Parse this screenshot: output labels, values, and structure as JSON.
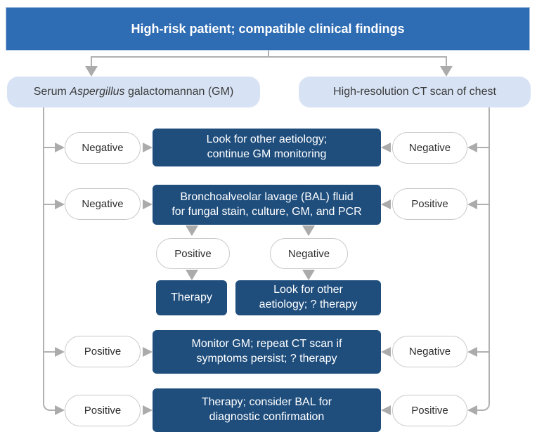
{
  "colors": {
    "banner_blue": "#2e6cb3",
    "box_navy": "#1f4e7d",
    "pill_blue": "#d7e3f4",
    "connector_gray": "#b0b0b0"
  },
  "banner": {
    "label": "High-risk patient; compatible clinical findings"
  },
  "pills": {
    "serum_gm": {
      "pre": "Serum ",
      "italic": "Aspergillus",
      "post": " galactomannan (GM)"
    },
    "ct": {
      "label": "High-resolution CT scan of chest"
    }
  },
  "left_ovals": {
    "r1": "Negative",
    "r2": "Negative",
    "r4": "Positive",
    "r5": "Positive"
  },
  "right_ovals": {
    "r1": "Negative",
    "r2": "Positive",
    "r4": "Negative",
    "r5": "Positive"
  },
  "sub_ovals": {
    "positive": "Positive",
    "negative": "Negative"
  },
  "boxes": {
    "row1": {
      "line1": "Look for other aetiology;",
      "line2": "continue GM monitoring"
    },
    "bal": {
      "line1": "Bronchoalveolar lavage (BAL) fluid",
      "line2": "for fungal stain, culture, GM, and PCR"
    },
    "therapy": {
      "label": "Therapy"
    },
    "look_therapy": {
      "line1": "Look for other",
      "line2": "aetiology; ? therapy"
    },
    "monitor": {
      "line1": "Monitor GM; repeat CT scan if",
      "line2": "symptoms persist; ? therapy"
    },
    "therapy_bal": {
      "line1": "Therapy; consider BAL for",
      "line2": "diagnostic confirmation"
    }
  }
}
